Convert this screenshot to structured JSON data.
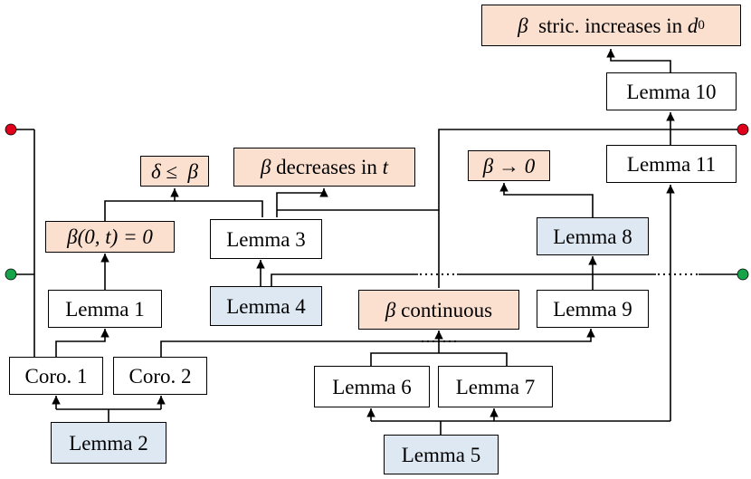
{
  "nodes": {
    "coro1": "Coro. 1",
    "coro2": "Coro. 2",
    "lemma1": "Lemma 1",
    "lemma2": "Lemma 2",
    "lemma3": "Lemma 3",
    "lemma4": "Lemma 4",
    "lemma5": "Lemma 5",
    "lemma6": "Lemma 6",
    "lemma7": "Lemma 7",
    "lemma8": "Lemma 8",
    "lemma9": "Lemma 9",
    "lemma10": "Lemma 10",
    "lemma11": "Lemma 11",
    "beta_zero": "β(0, t) = 0",
    "delta_le_beta": "δ ≤  β",
    "beta_decreases_sym": "β",
    "beta_decreases_text": " decreases in ",
    "beta_decreases_var": "t",
    "beta_to_zero": "β → 0",
    "beta_continuous_sym": "β",
    "beta_continuous_text": " continuous",
    "beta_increases_sym": "β",
    "beta_increases_text": "  stric. increases in ",
    "beta_increases_var": "d",
    "beta_increases_sub": "0"
  },
  "colors": {
    "lemma_fill": "#ffffff",
    "base_fill": "#dde8f3",
    "property_fill": "#fbe0d0",
    "line": "#000000",
    "terminal_red": "#e0001b",
    "terminal_green": "#16a34a"
  },
  "terminals": [
    "red",
    "red",
    "green",
    "green"
  ]
}
